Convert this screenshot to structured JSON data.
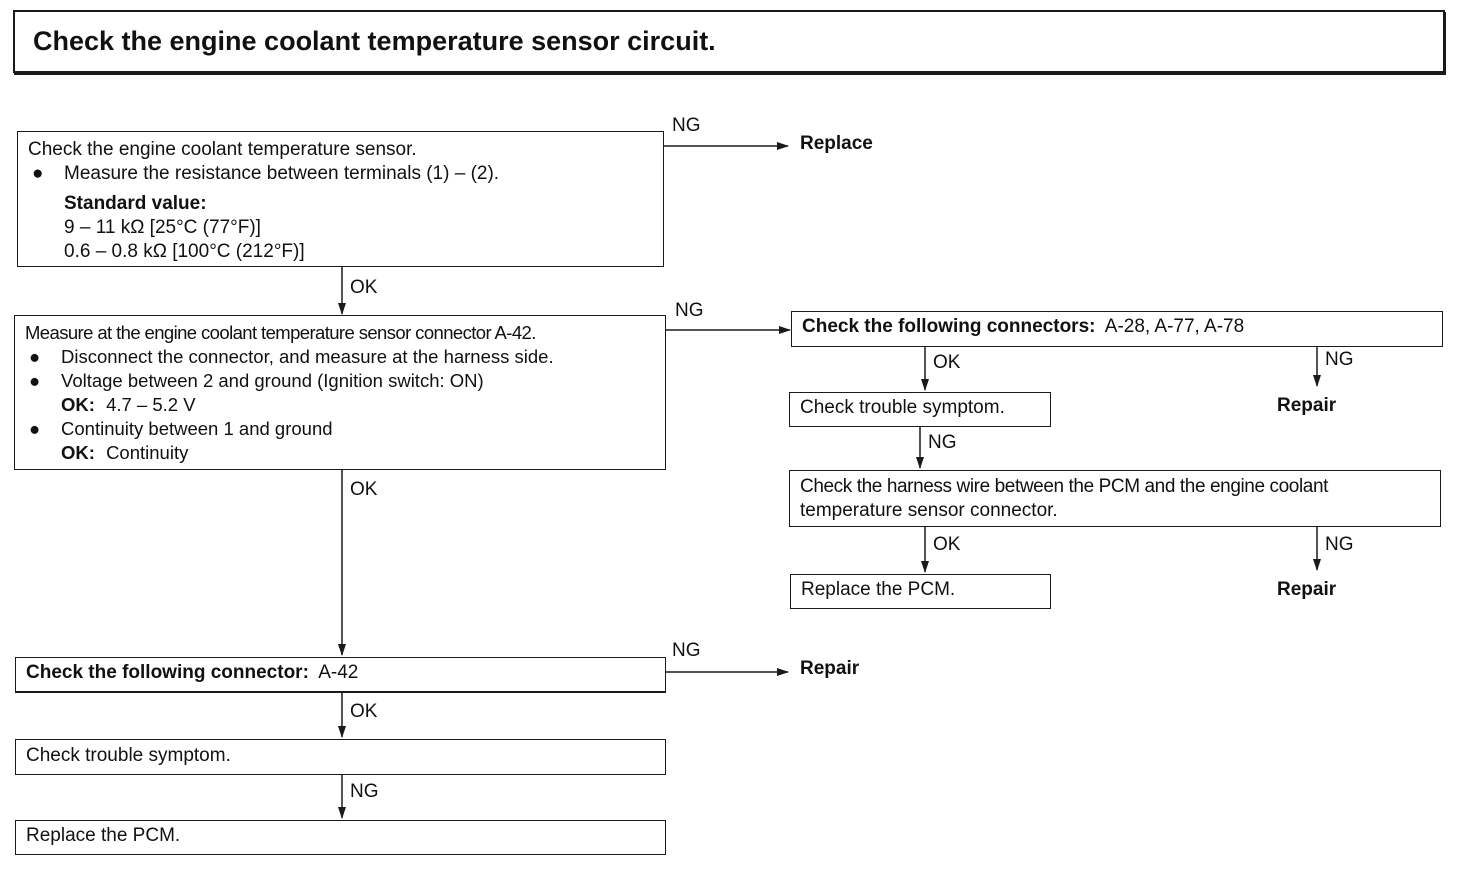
{
  "title": "Check the engine coolant temperature sensor circuit.",
  "step1": {
    "line1": "Check the engine coolant temperature sensor.",
    "bullet1": "Measure the resistance between terminals (1) – (2).",
    "std_label": "Standard value:",
    "std_value1": "9 – 11 kΩ [25°C (77°F)]",
    "std_value2": "0.6 – 0.8 kΩ [100°C (212°F)]",
    "ng_label": "NG",
    "ng_result": "Replace",
    "ok_label": "OK"
  },
  "step2": {
    "line1": "Measure at the engine coolant temperature sensor connector A-42.",
    "bullet1": "Disconnect the connector, and measure at the harness side.",
    "bullet2": "Voltage between 2 and ground (Ignition switch: ON)",
    "ok1_label": "OK:",
    "ok1_value": "4.7 – 5.2 V",
    "bullet3": "Continuity between 1 and ground",
    "ok2_label": "OK:",
    "ok2_value": "Continuity",
    "ng_label": "NG",
    "ok_label": "OK"
  },
  "right_branch": {
    "connectors_label": "Check the following connectors:",
    "connectors_value": "A-28, A-77, A-78",
    "ok_label": "OK",
    "ng_label": "NG",
    "repair1": "Repair",
    "trouble_symptom": "Check trouble symptom.",
    "ng2_label": "NG",
    "harness_line1": "Check the harness wire between the PCM and the engine coolant",
    "harness_line2": "temperature sensor connector.",
    "ok3_label": "OK",
    "ng3_label": "NG",
    "replace_pcm": "Replace the PCM.",
    "repair2": "Repair"
  },
  "lower_branch": {
    "connector_label": "Check the following connector:",
    "connector_value": "A-42",
    "ng_label": "NG",
    "repair": "Repair",
    "ok_label": "OK",
    "trouble_symptom": "Check trouble symptom.",
    "ng2_label": "NG",
    "replace_pcm": "Replace the PCM."
  }
}
